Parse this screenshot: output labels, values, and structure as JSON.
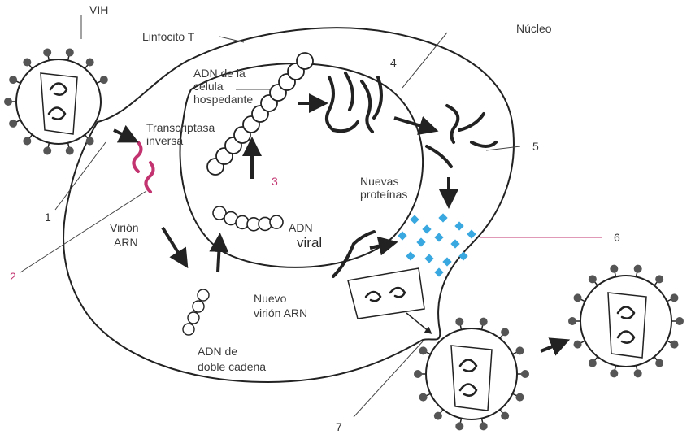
{
  "labels": {
    "vih": "VIH",
    "linfocito_t": "Linfocito T",
    "nucleo": "Núcleo",
    "adn_celula_1": "ADN de la",
    "adn_celula_2": "célula",
    "adn_celula_3": "hospedante",
    "transcriptasa_1": "Transcriptasa",
    "transcriptasa_2": "inversa",
    "virion_arn_1": "Virión",
    "virion_arn_2": "ARN",
    "nuevas_proteinas_1": "Nuevas",
    "nuevas_proteinas_2": "proteínas",
    "adn_viral_1": "ADN",
    "adn_viral_2": "viral",
    "nuevo_virion_1": "Nuevo",
    "nuevo_virion_2": "virión ARN",
    "adn_doble_1": "ADN de",
    "adn_doble_2": "doble cadena"
  },
  "steps": {
    "s1": "1",
    "s2": "2",
    "s3": "3",
    "s4": "4",
    "s5": "5",
    "s6": "6",
    "s7": "7"
  },
  "colors": {
    "outline": "#222222",
    "reverse_transcriptase": "#c2336f",
    "proteins": "#3aa8e0",
    "spikes": "#555555"
  }
}
